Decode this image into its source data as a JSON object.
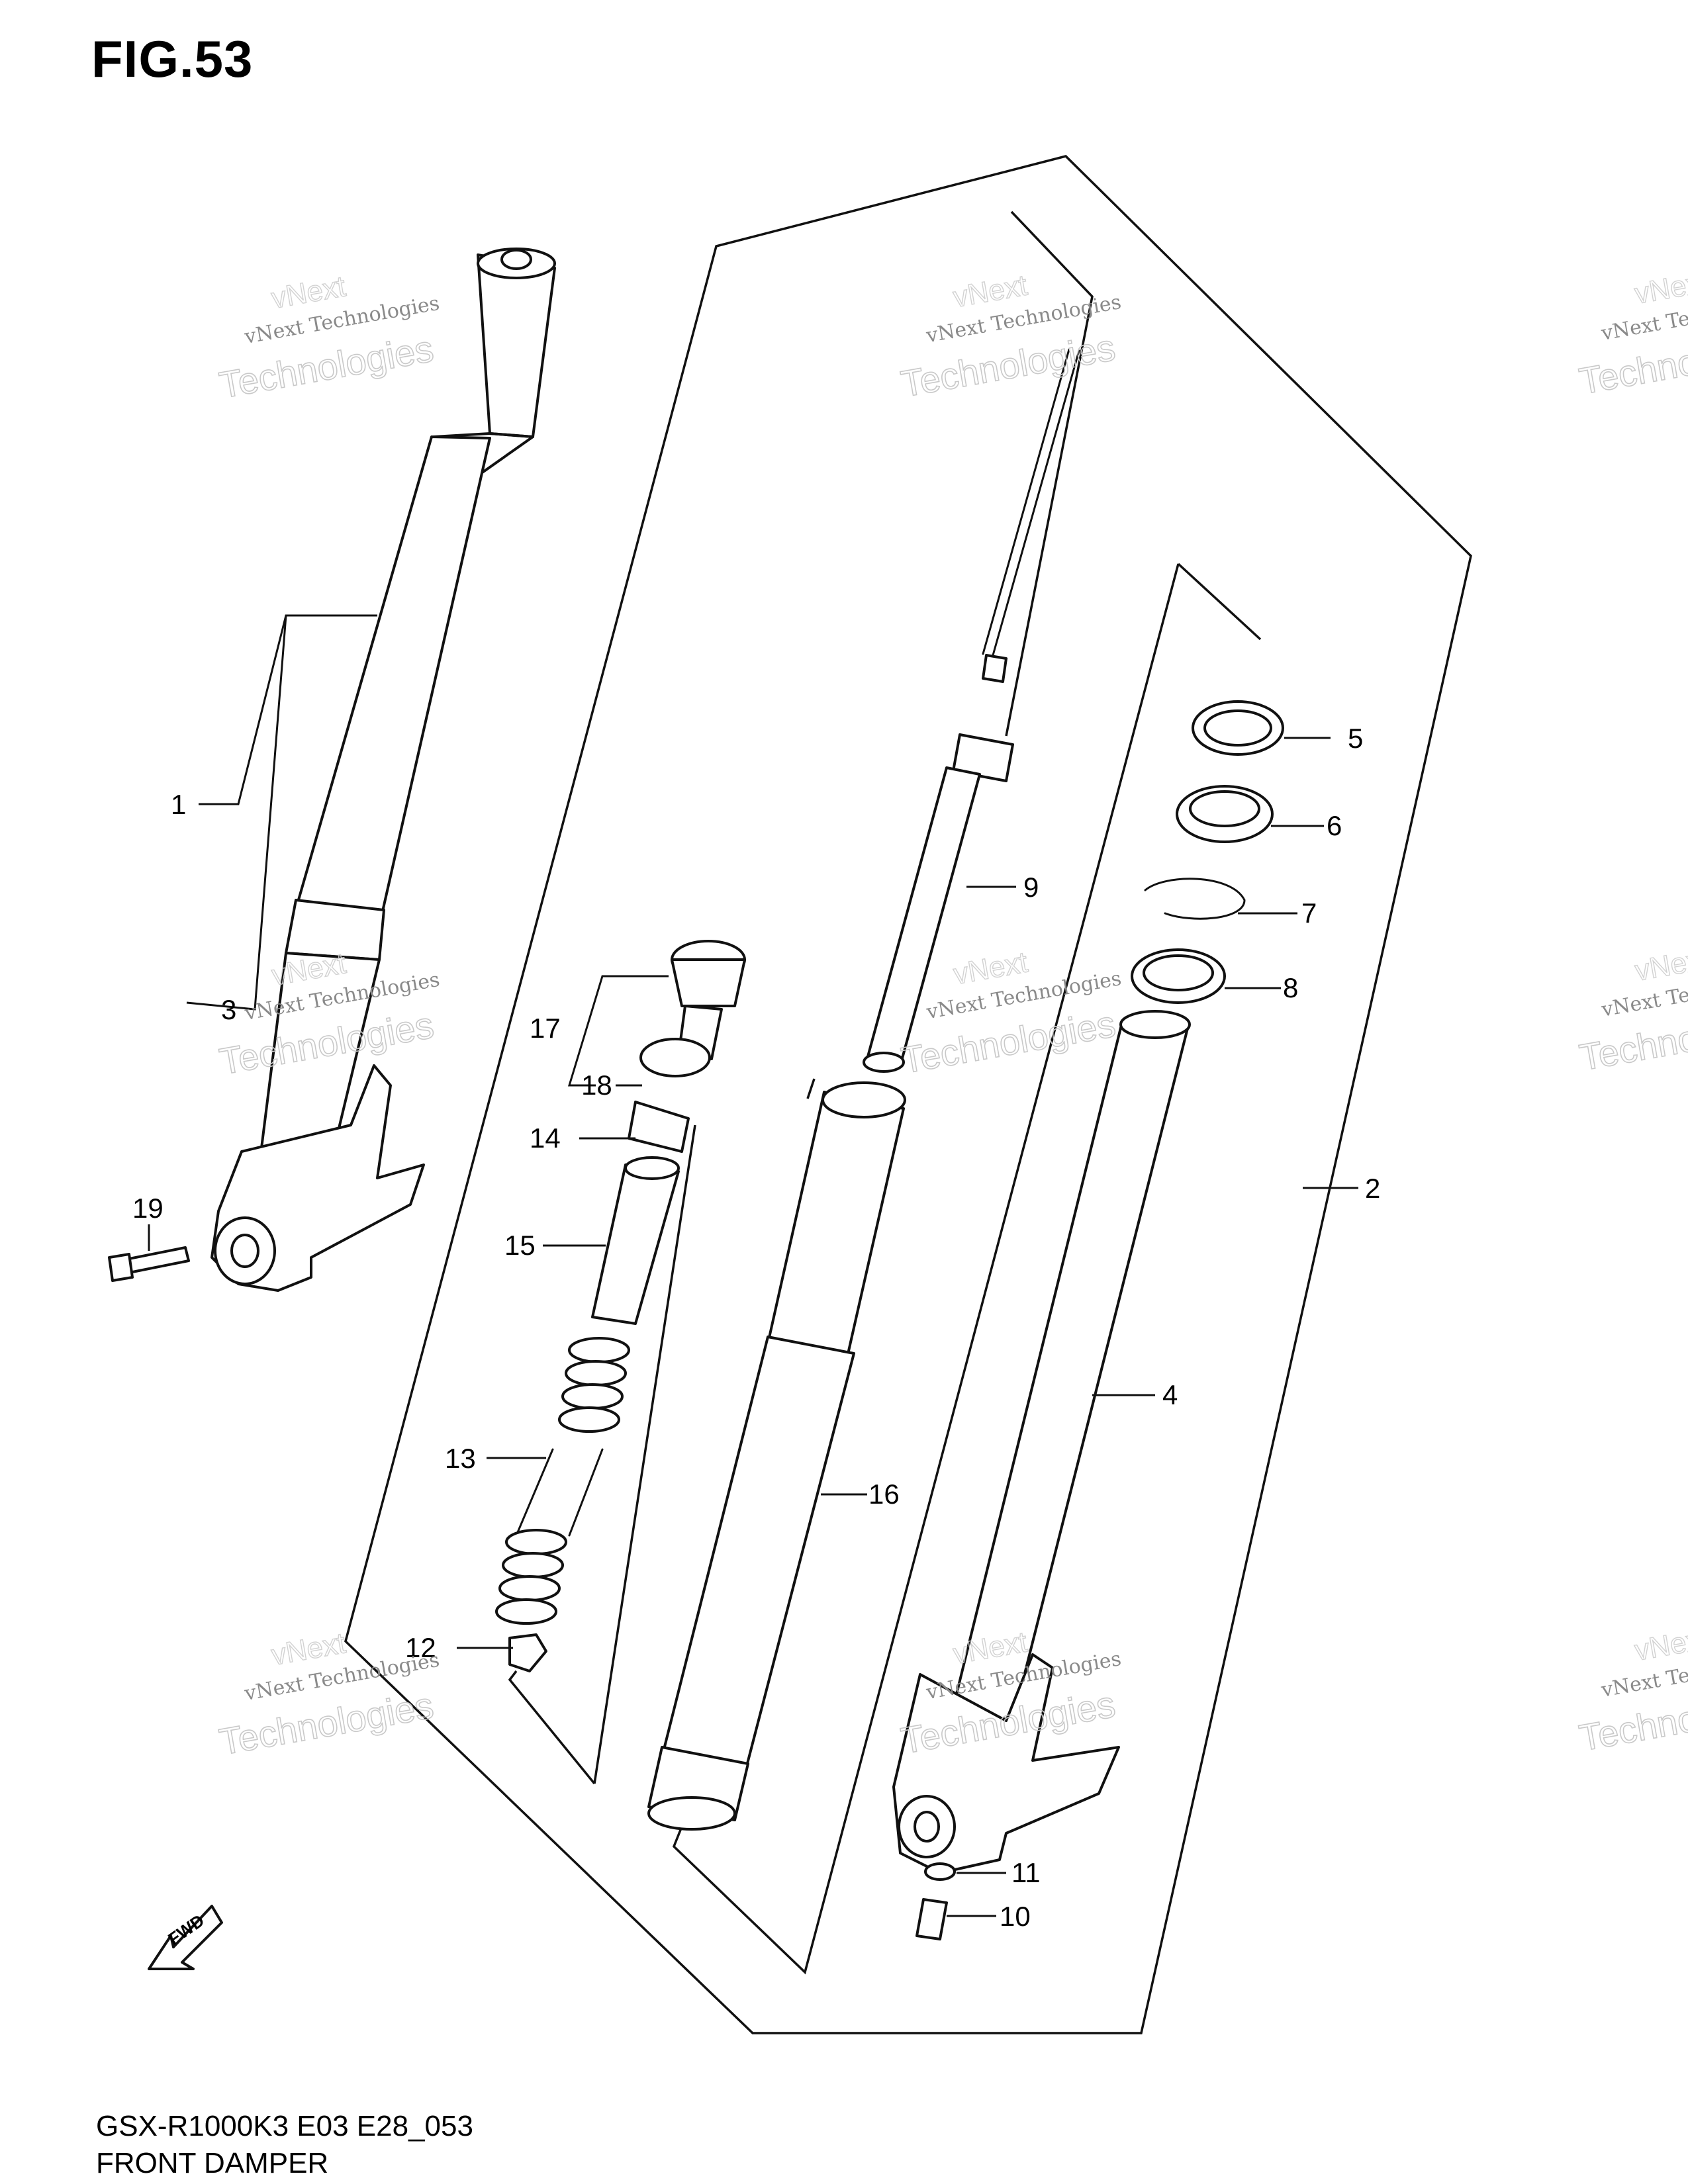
{
  "figure": {
    "title": "FIG.53",
    "model_code": "GSX-R1000K3 E03 E28_053",
    "section_name": "FRONT DAMPER"
  },
  "watermark": {
    "line1": "vNext Technologies",
    "line2": "Technologies",
    "line0": "vNext"
  },
  "fwd_label": "FWD",
  "callouts": [
    {
      "id": "1",
      "label": "1"
    },
    {
      "id": "2",
      "label": "2"
    },
    {
      "id": "3",
      "label": "3"
    },
    {
      "id": "4",
      "label": "4"
    },
    {
      "id": "5",
      "label": "5"
    },
    {
      "id": "6",
      "label": "6"
    },
    {
      "id": "7",
      "label": "7"
    },
    {
      "id": "8",
      "label": "8"
    },
    {
      "id": "9",
      "label": "9"
    },
    {
      "id": "10",
      "label": "10"
    },
    {
      "id": "11",
      "label": "11"
    },
    {
      "id": "12",
      "label": "12"
    },
    {
      "id": "13",
      "label": "13"
    },
    {
      "id": "14",
      "label": "14"
    },
    {
      "id": "15",
      "label": "15"
    },
    {
      "id": "16",
      "label": "16"
    },
    {
      "id": "17",
      "label": "17"
    },
    {
      "id": "18",
      "label": "18"
    },
    {
      "id": "19",
      "label": "19"
    }
  ]
}
